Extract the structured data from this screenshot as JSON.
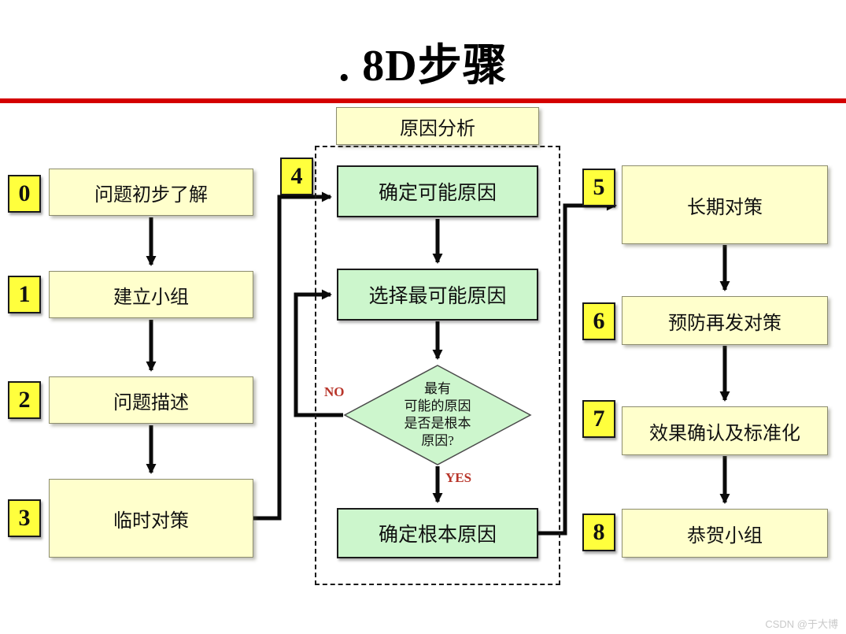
{
  "title": ". 8D步骤",
  "watermark": "CSDN @于大博",
  "colors": {
    "red_rule": "#d40000",
    "yellow_box": "#ffffcc",
    "number_box": "#ffff3d",
    "green_box": "#ccf6cc",
    "branch_label_red": "#b8352a"
  },
  "left_steps": [
    {
      "num": "0",
      "label": "问题初步了解"
    },
    {
      "num": "1",
      "label": "建立小组"
    },
    {
      "num": "2",
      "label": "问题描述"
    },
    {
      "num": "3",
      "label": "临时对策"
    }
  ],
  "analysis": {
    "num": "4",
    "header": "原因分析",
    "box_a": "确定可能原因",
    "box_b": "选择最可能原因",
    "box_c": "确定根本原因",
    "diamond_lines": [
      "最有",
      "可能的原因",
      "是否是根本",
      "原因?"
    ],
    "no_label": "NO",
    "yes_label": "YES"
  },
  "right_steps": [
    {
      "num": "5",
      "label": "长期对策"
    },
    {
      "num": "6",
      "label": "预防再发对策"
    },
    {
      "num": "7",
      "label": "效果确认及标准化"
    },
    {
      "num": "8",
      "label": "恭贺小组"
    }
  ]
}
